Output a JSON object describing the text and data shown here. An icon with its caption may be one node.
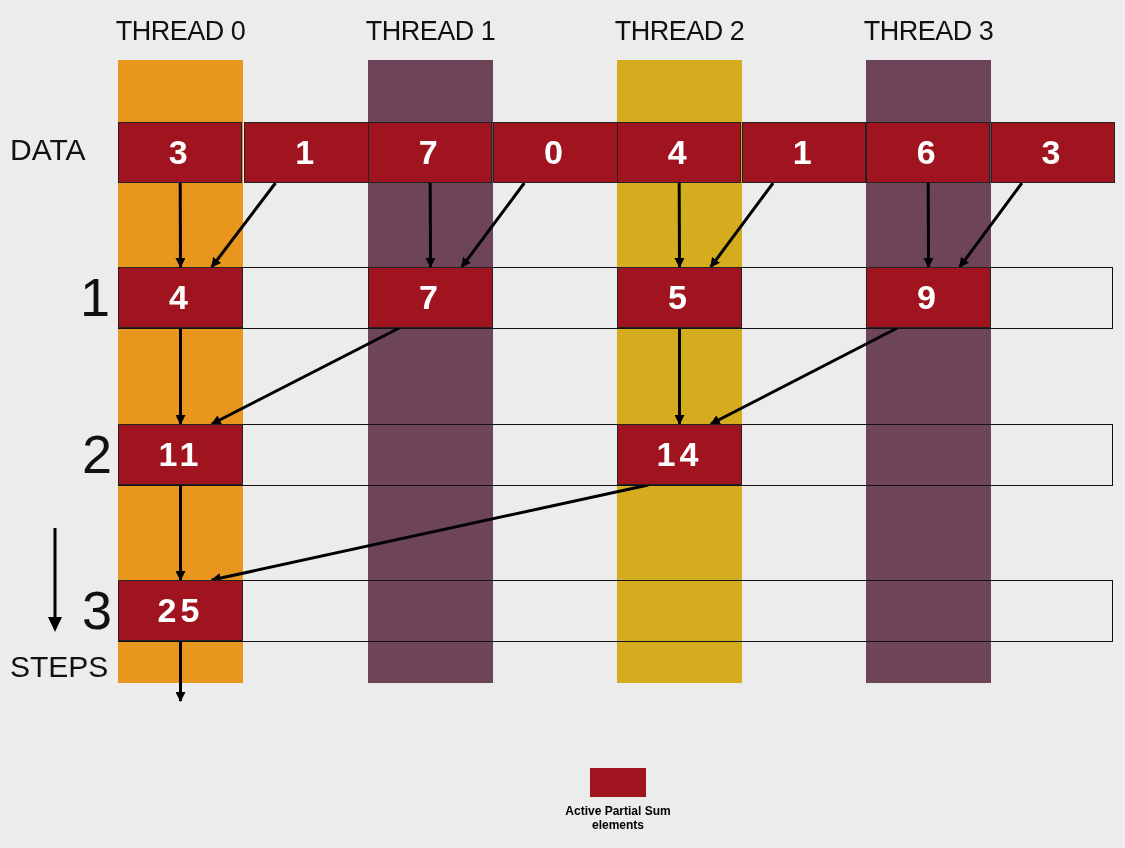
{
  "diagram": {
    "nodes": [
      {
        "text": [
          "THREAD 0"
        ]
      },
      {
        "text": [
          "THREAD 1"
        ]
      },
      {
        "text": [
          "THREAD 2"
        ]
      },
      {
        "text": [
          "THREAD 3"
        ]
      },
      {
        "text": [
          "3"
        ],
        "in": 0
      },
      {
        "text": [
          "1"
        ]
      },
      {
        "text": [
          "7"
        ],
        "in": 1
      },
      {
        "text": [
          "0"
        ]
      },
      {
        "text": [
          "4"
        ],
        "in": 2
      },
      {
        "text": [
          "1"
        ]
      },
      {
        "text": [
          "6"
        ],
        "in": 3
      },
      {
        "text": [
          "3"
        ]
      },
      {
        "text": [
          "4"
        ],
        "in": 0
      },
      {
        "text": [
          "7"
        ],
        "in": 1
      },
      {
        "text": [
          "5"
        ],
        "in": 2
      },
      {
        "text": [
          "9"
        ],
        "in": 3
      },
      {
        "text": [
          "11"
        ],
        "in": 0
      },
      {
        "text": [
          "14"
        ],
        "in": 2
      },
      {
        "text": [
          "25"
        ],
        "in": 0
      }
    ],
    "edges": [
      {
        "from": 4,
        "to": 12,
        "arrow": "to"
      },
      {
        "from": 5,
        "to": 12,
        "arrow": "to"
      },
      {
        "from": 6,
        "to": 13,
        "arrow": "to"
      },
      {
        "from": 7,
        "to": 13,
        "arrow": "to"
      },
      {
        "from": 8,
        "to": 14,
        "arrow": "to"
      },
      {
        "from": 9,
        "to": 14,
        "arrow": "to"
      },
      {
        "from": 10,
        "to": 15,
        "arrow": "to"
      },
      {
        "from": 11,
        "to": 15,
        "arrow": "to"
      },
      {
        "from": 12,
        "to": 16,
        "arrow": "to"
      },
      {
        "from": 13,
        "to": 16,
        "arrow": "to"
      },
      {
        "from": 14,
        "to": 17,
        "arrow": "to"
      },
      {
        "from": 15,
        "to": 17,
        "arrow": "to"
      },
      {
        "from": 16,
        "to": 18,
        "arrow": "to"
      },
      {
        "from": 17,
        "to": 18,
        "arrow": "to"
      },
      {
        "from": 18,
        "to": null,
        "arrow": "to"
      }
    ],
    "labels": [
      "DATA",
      "1",
      "2",
      "3",
      "STEPS"
    ],
    "legend": [
      {
        "text": "Active Partial Sum elements",
        "color": "#a0141f"
      }
    ]
  }
}
